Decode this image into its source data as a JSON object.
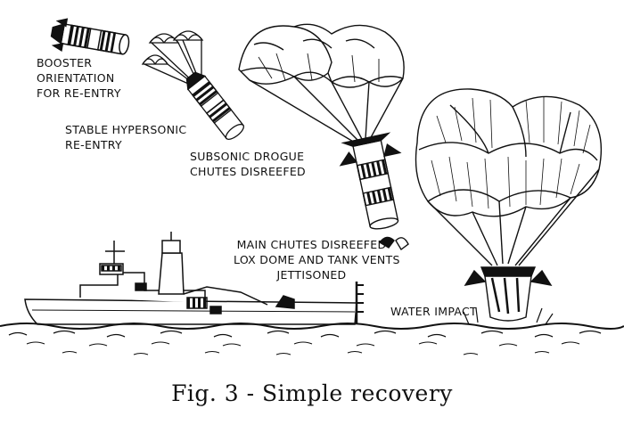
{
  "labels": {
    "booster": [
      "BOOSTER",
      "ORIENTATION",
      "FOR RE-ENTRY"
    ],
    "hypersonic": [
      "STABLE HYPERSONIC",
      "RE-ENTRY"
    ],
    "drogue": [
      "SUBSONIC DROGUE",
      "CHUTES DISREEFED"
    ],
    "main": [
      "MAIN CHUTES DISREEFED",
      "LOX DOME AND TANK VENTS",
      "JETTISONED"
    ],
    "water": "WATER IMPACT"
  },
  "caption": "Fig. 3 - Simple recovery"
}
